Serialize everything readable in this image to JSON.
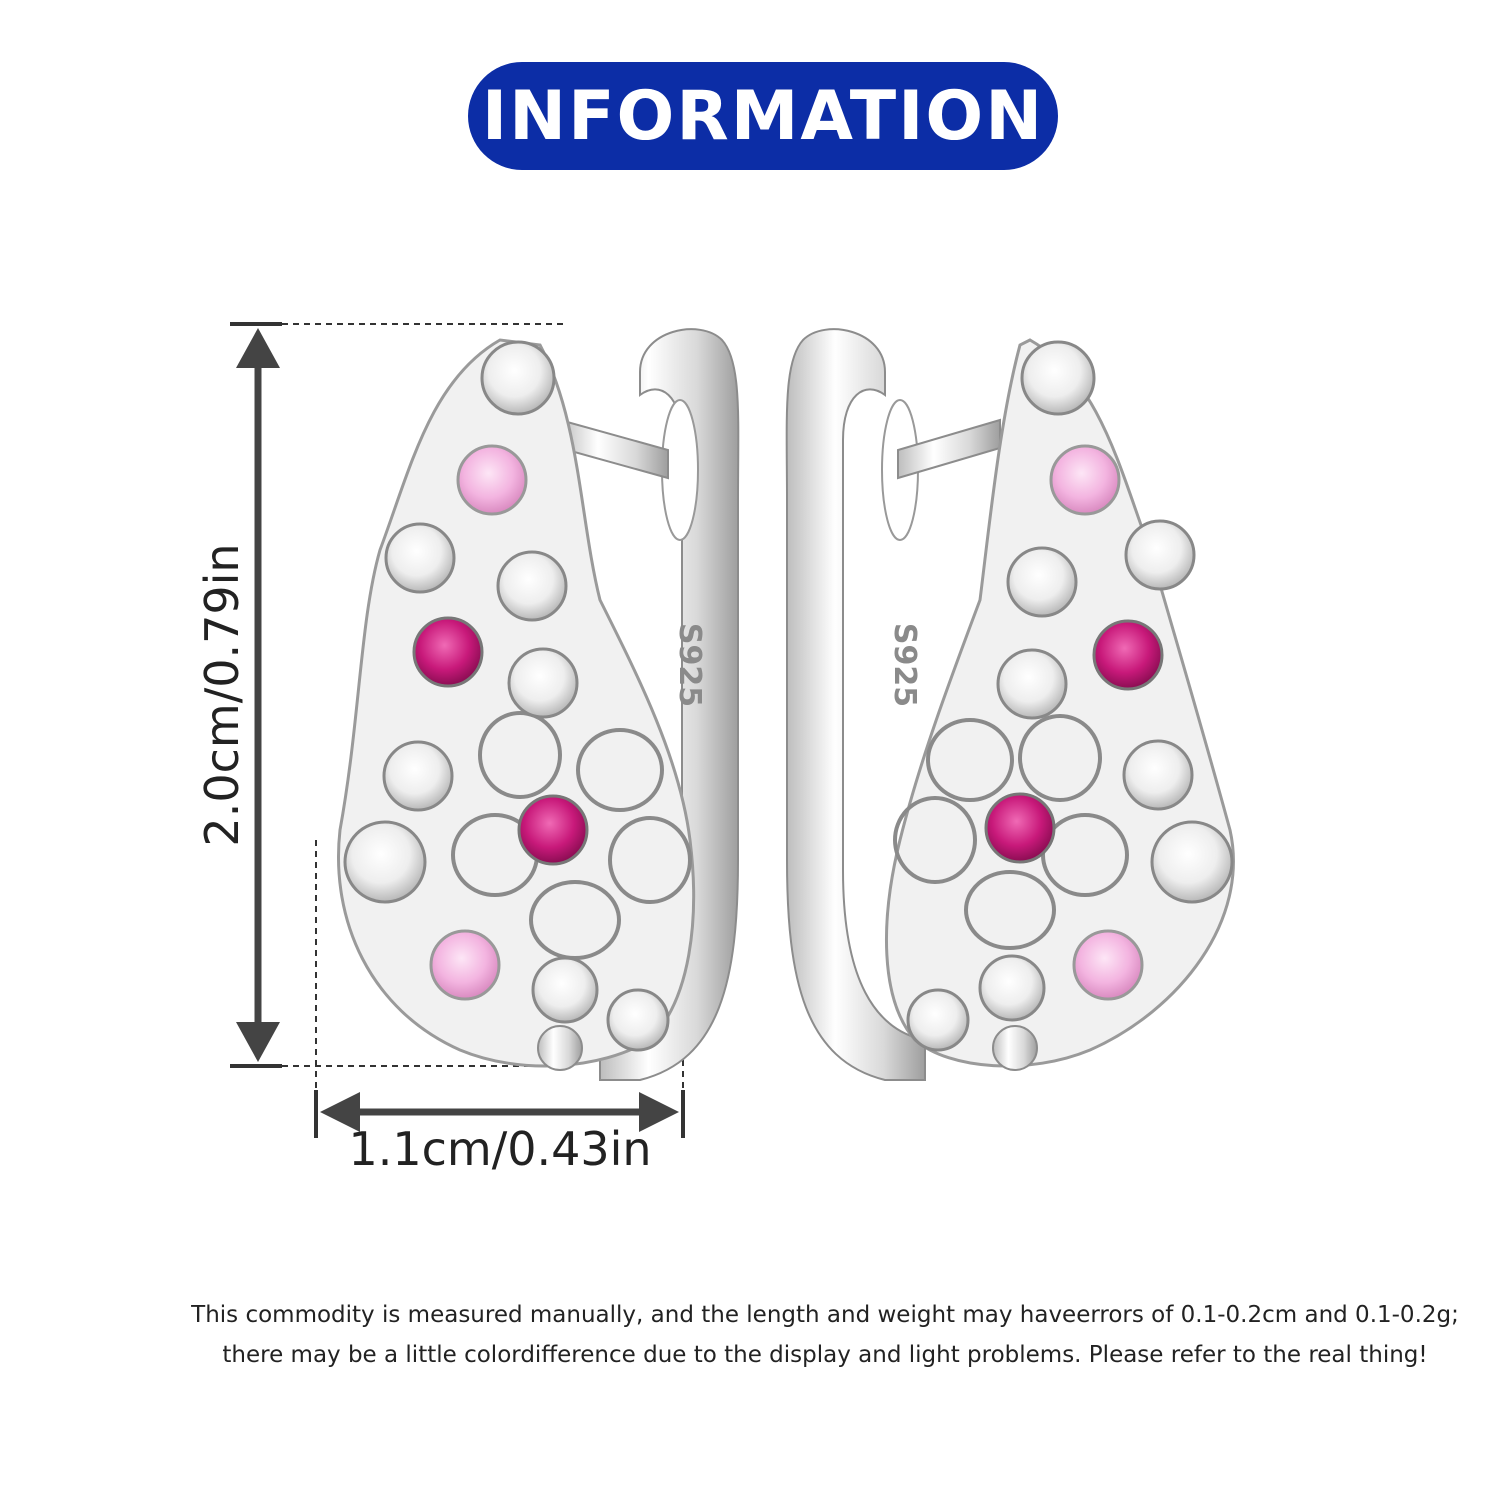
{
  "header": {
    "title": "INFORMATION",
    "color": "#0c2da6"
  },
  "dimensions": {
    "height_label": "2.0cm/0.79in",
    "width_label": "1.1cm/0.43in"
  },
  "engraving": {
    "left": "S925",
    "right": "S925"
  },
  "note": {
    "line1": "This commodity is measured manually, and the length and weight may haveerrors of 0.1-0.2cm and 0.1-0.2g;",
    "line2": "there may be a little colordifference due to the display and light problems. Please refer to the real thing!"
  },
  "colors": {
    "silver": "#e6e6e6",
    "clear_stone": "#f2f2f2",
    "light_pink_stone": "#f3b4e0",
    "deep_pink_stone": "#c8197a",
    "arrow": "#444444"
  }
}
